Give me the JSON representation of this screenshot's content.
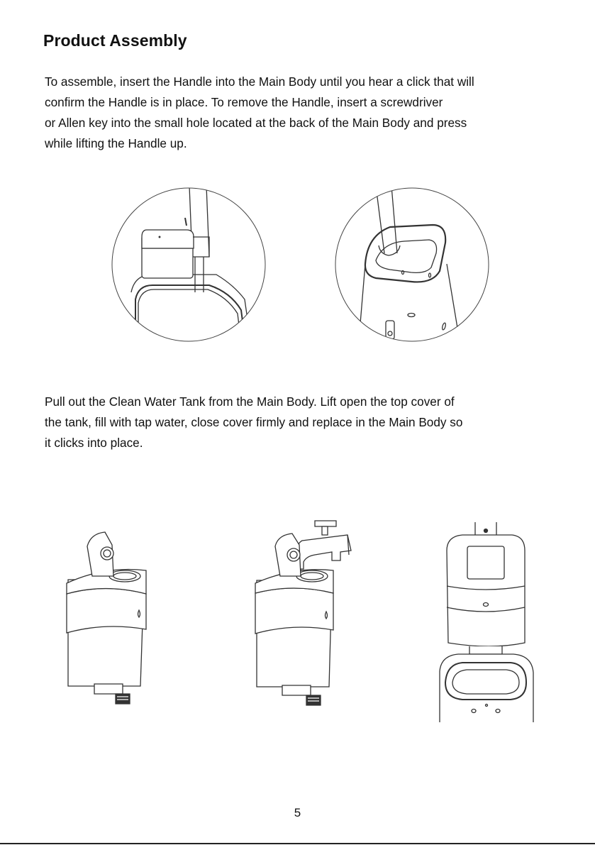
{
  "page": {
    "title": "Product Assembly",
    "paragraph1": [
      "To assemble, insert the Handle into the Main Body until you hear a click that will",
      "confirm the Handle is in place. To remove the Handle, insert a screwdriver",
      "or Allen key into the small hole located at the back of the Main Body and press",
      "while lifting the Handle up."
    ],
    "paragraph2": [
      "Pull out the Clean Water Tank from the Main Body. Lift open the top cover of",
      "the tank, fill with tap water, close cover firmly and replace in the Main Body so",
      "it clicks into place."
    ],
    "page_number": "5"
  }
}
